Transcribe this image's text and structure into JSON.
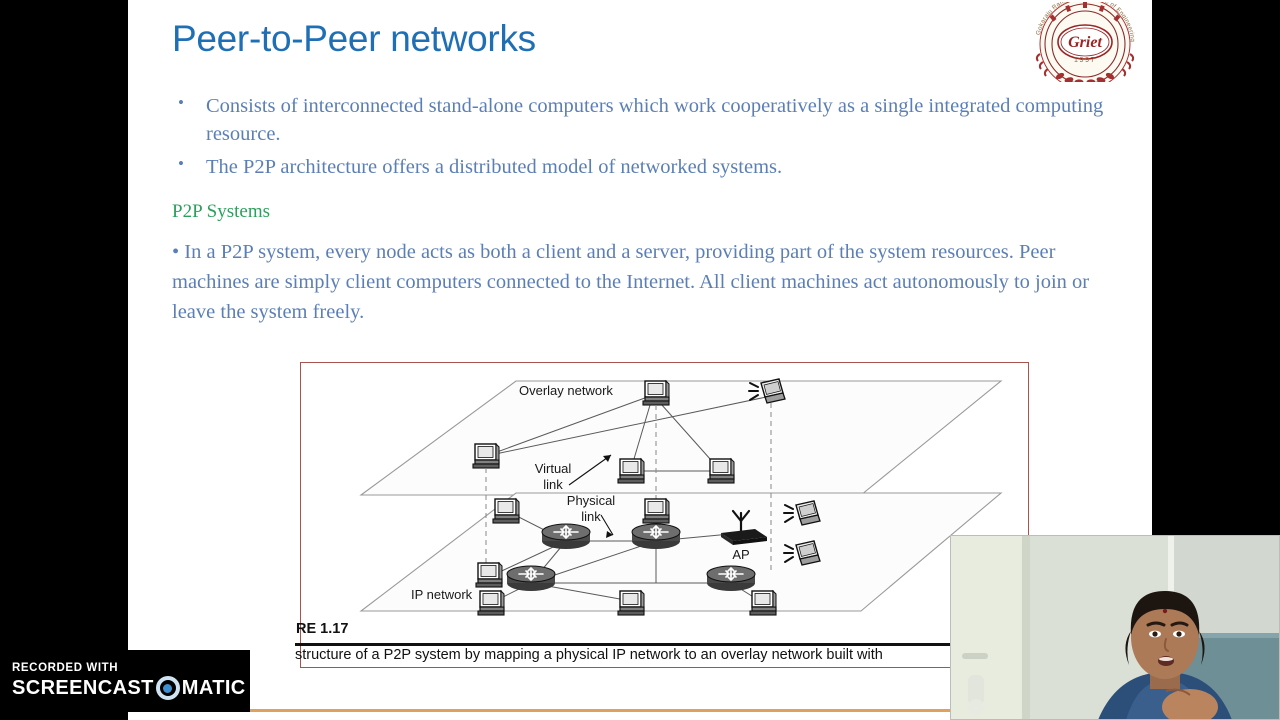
{
  "slide": {
    "title": "Peer-to-Peer networks",
    "logo": {
      "name": "Griet",
      "year": "1997",
      "ring_text": "Gokaraju Rangaraju Institute of Engineering & Technology"
    },
    "bullets": [
      "Consists of interconnected stand-alone computers which work cooperatively as a single integrated computing resource.",
      "The P2P architecture offers a distributed model of networked systems."
    ],
    "bullet_marker": "•",
    "section_heading": "P2P Systems",
    "paragraph": "• In a P2P system, every node acts as both a client and a server, providing part of the system resources. Peer machines are simply client computers connected to the Internet. All client machines act autonomously to join or leave the system freely.",
    "colors": {
      "title_blue": "#1f6fb5",
      "body_blue": "#5b7fb5",
      "heading_green": "#2ba05c",
      "figure_border": "#a8544e",
      "bottom_rule": "#e0a060"
    }
  },
  "figure": {
    "labels": {
      "overlay_network": "Overlay network",
      "virtual_link": "Virtual",
      "virtual_link2": "link",
      "physical_link": "Physical",
      "physical_link2": "link",
      "ip_network": "IP network",
      "access_point": "AP"
    },
    "figure_number": "RE 1.17",
    "caption": "structure of a P2P system by mapping a physical IP network to an overlay network built with"
  },
  "watermark": {
    "top_line": "RECORDED WITH",
    "left_word": "SCREENCAST",
    "right_word": "MATIC"
  },
  "webcam": {
    "alt": "webcam-presenter-video"
  }
}
